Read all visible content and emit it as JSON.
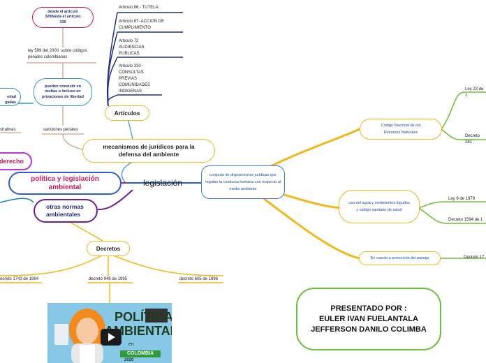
{
  "diagram": {
    "center": "conjunto de disposiciones jurídicas que regulan la conducta humana con respecto al medio ambiente",
    "left_branch": {
      "label": "legislación",
      "mecanismos": "mecanismos de jurídicos para la defensa del ambiente",
      "politica": "política y legislación ambiental",
      "otras_normas": "otras normas ambientales",
      "derecho": "derecho",
      "articulos": {
        "label": "Artículos",
        "items": [
          "Articulo 86 - TUTELA",
          "Articulo 87- ACCION DE CUMPLIMIENTO",
          "Articulo 72 AUDIENCIAS PUBLICAS",
          "Articulo 330 - CONSULTAS PREVIAS COMUNIDADES INDIGENAS"
        ]
      },
      "desde_articulo": "desde el articulo 328hasta el articulo 339",
      "ley_599": "ley 599 del 2000, sobre códigos penales colombianos",
      "pueden_consistir": "pueden consistir en multas o incluso en privaciones de libertad",
      "sanciones": "sanciones penales",
      "cut_labels": [
        "edad",
        "gadas",
        "strativas"
      ],
      "decretos": {
        "label": "Decretos",
        "items": [
          "ecreto 1743 de 1994",
          "decreto 948 de 1995",
          "decreto 605 de 1996"
        ]
      }
    },
    "right_branch": {
      "codigo_nacional": "Código Nacional de los Recursos Naturales",
      "codigo_items": [
        "Ley 23 de 1",
        "Decreto 281"
      ],
      "uso_agua": "uso del agua y vertimientos líquidos y código sanitario de salud",
      "uso_items": [
        "Ley 9 de 1979",
        "Decreto 1594 de 1"
      ],
      "paisaje": "En cuanto a protección del paisaje",
      "paisaje_items": [
        "Decreto 17"
      ]
    },
    "presented": {
      "line1": "PRESENTADO POR :",
      "line2": "EULER IVAN FUELANTALA",
      "line3": "JEFFERSON DANILO COLIMBA"
    }
  },
  "video_thumb": {
    "title_top": "POLÍTICA",
    "title_mid": "AMBIENTAL",
    "small": "en",
    "country": "COLOMBIA",
    "year": "2020"
  }
}
